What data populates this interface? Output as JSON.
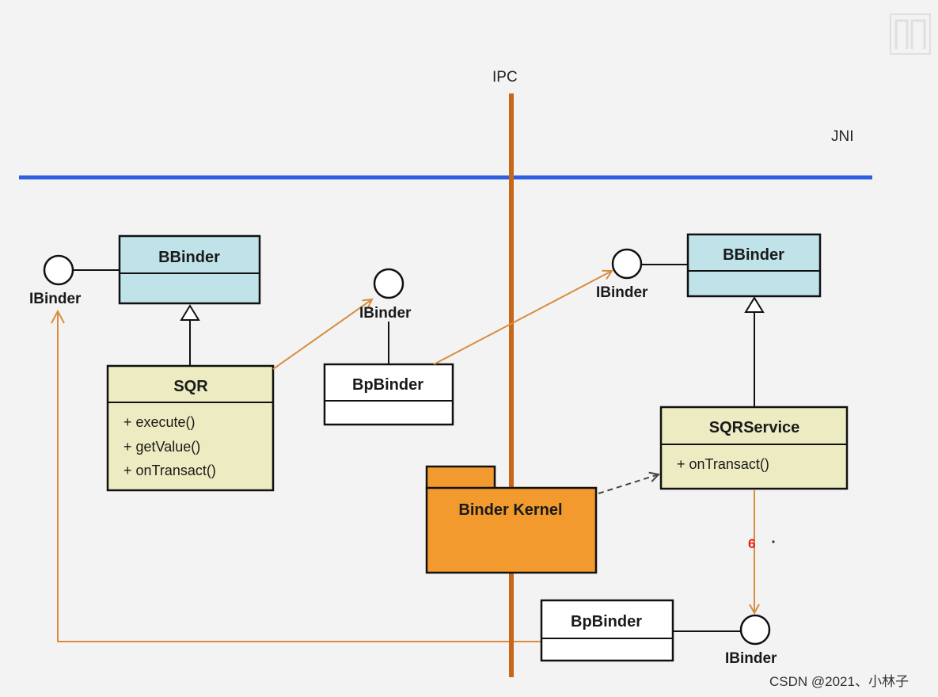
{
  "labels": {
    "ipc": "IPC",
    "jni": "JNI",
    "watermark": "CSDN @2021、小林子",
    "step_marker": "6"
  },
  "classes": {
    "bbinder_left": {
      "title": "BBinder"
    },
    "bbinder_right": {
      "title": "BBinder"
    },
    "sqr": {
      "title": "SQR",
      "methods": [
        "+ execute()",
        "+ getValue()",
        "+ onTransact()"
      ]
    },
    "bpbinder_mid": {
      "title": "BpBinder"
    },
    "sqrservice": {
      "title": "SQRService",
      "methods": [
        "+ onTransact()"
      ]
    },
    "bpbinder_bottom": {
      "title": "BpBinder"
    }
  },
  "package": {
    "title": "Binder Kernel"
  },
  "interfaces": {
    "left": "IBinder",
    "mid": "IBinder",
    "right": "IBinder",
    "bottom": "IBinder"
  },
  "colors": {
    "background": "#f3f3f3",
    "jni_line": "#2f5fe0",
    "ipc_line": "#c8661a",
    "bbinder_fill": "#bfe3e8",
    "class_fill": "#ecebc1",
    "package_fill": "#f29a2e",
    "arrow_orange": "#d98c3f",
    "marker_red": "#e8211c"
  },
  "icons": [
    "logo-corner-icon"
  ]
}
